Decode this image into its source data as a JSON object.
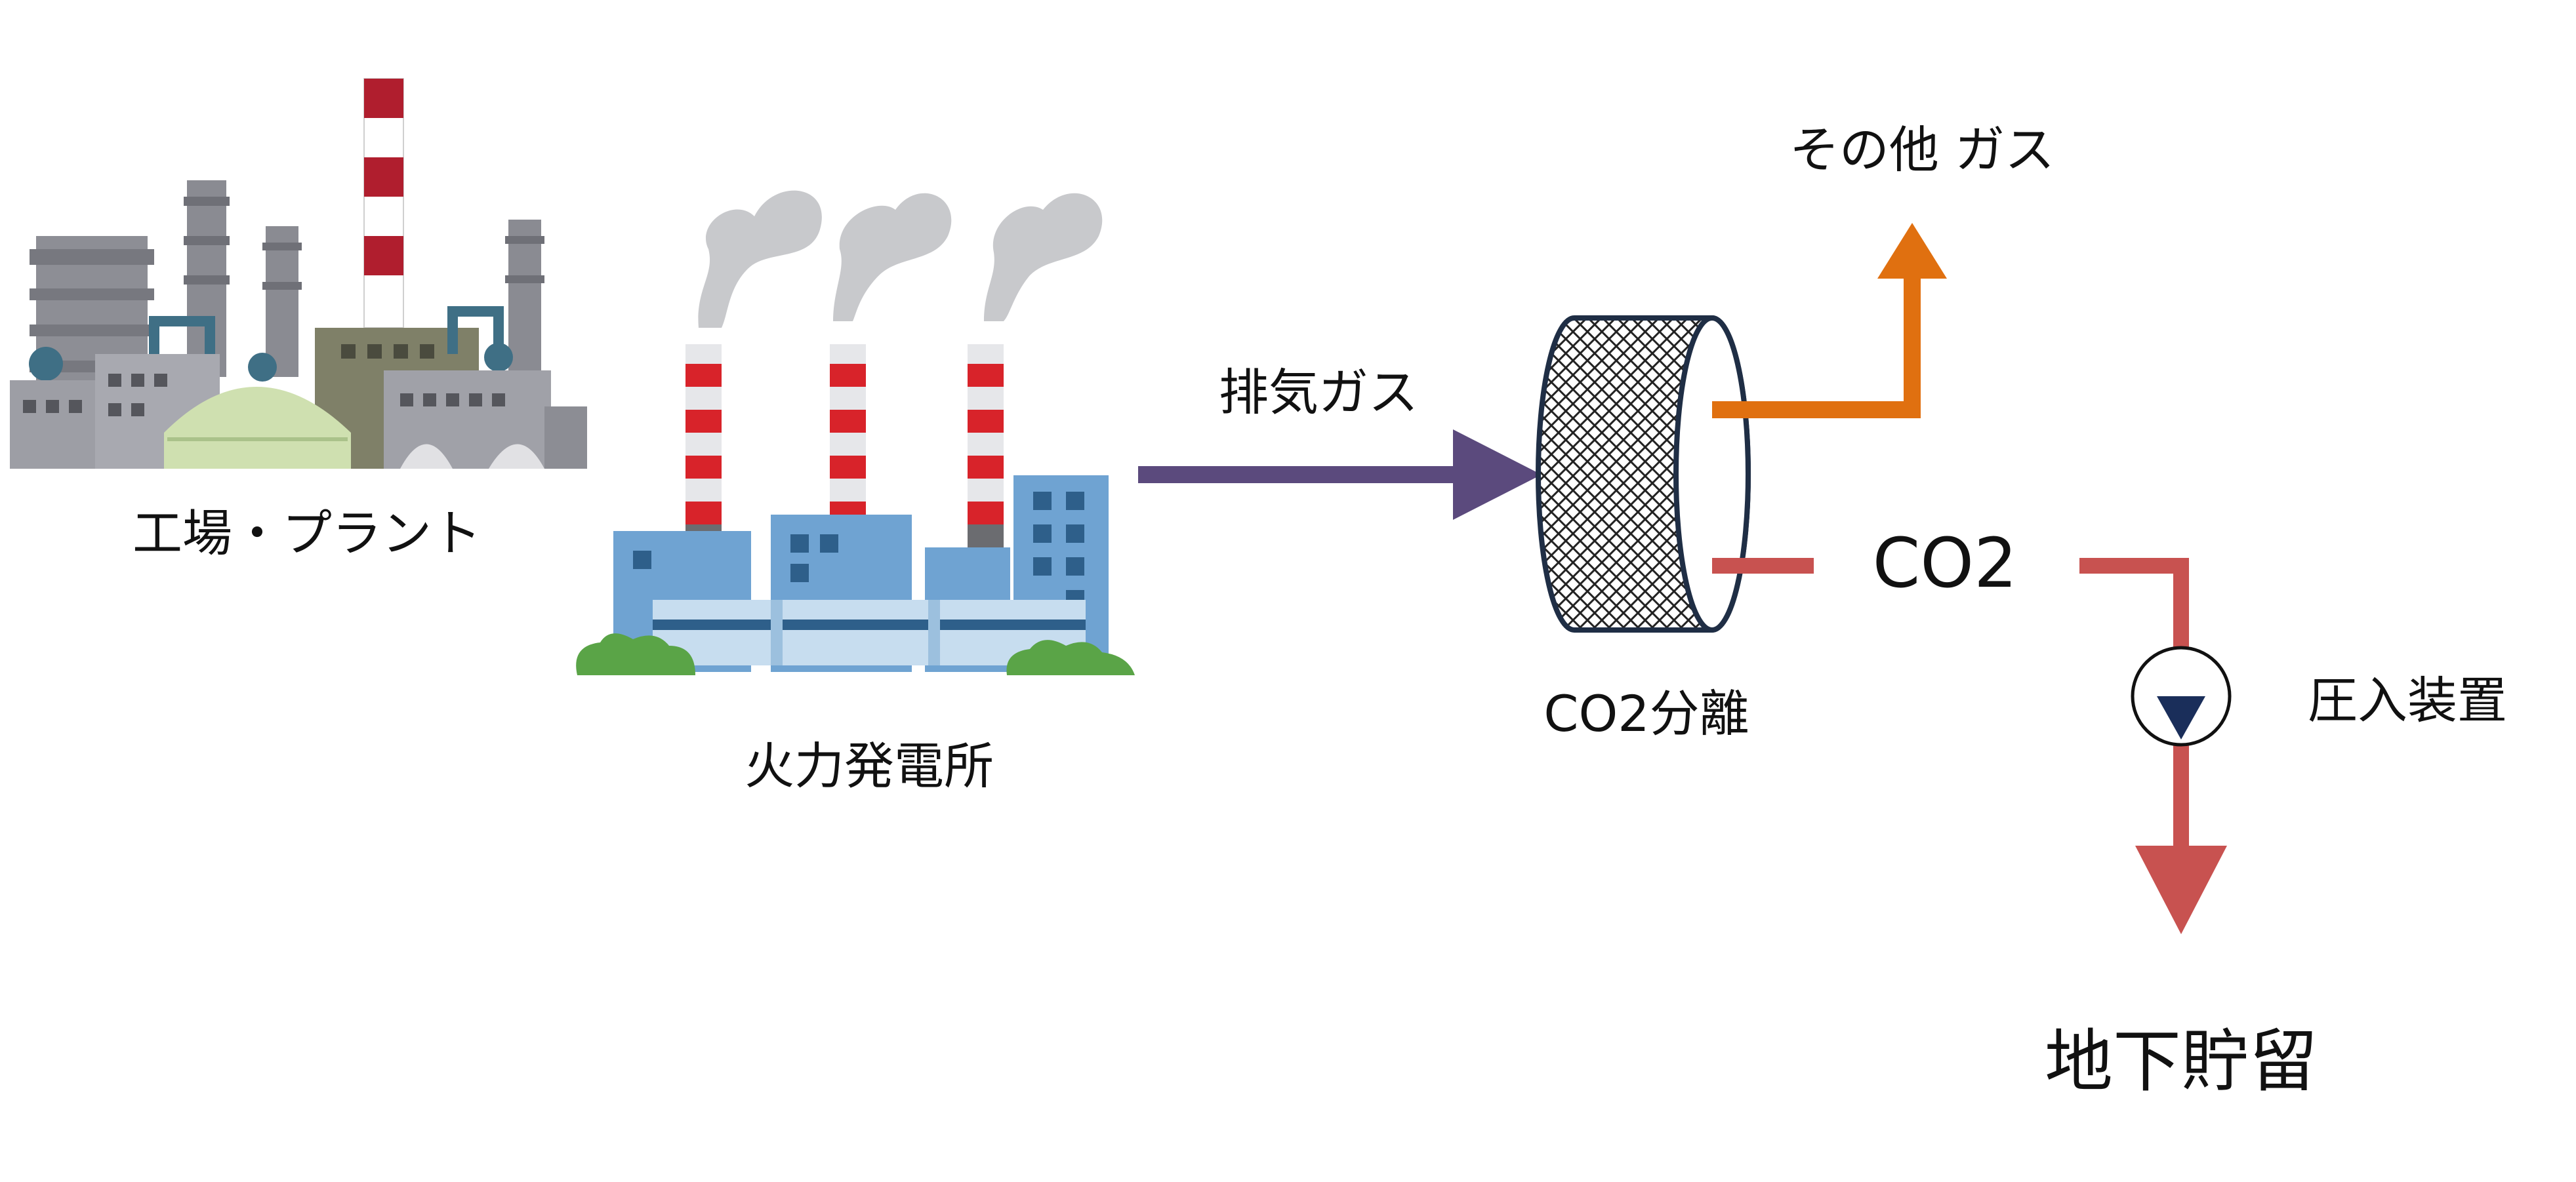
{
  "labels": {
    "factory": "工場・プラント",
    "power_plant": "火力発電所",
    "exhaust": "排気ガス",
    "separation": "CO2分離",
    "other_gas": "その他 ガス",
    "co2": "CO2",
    "injection": "圧入装置",
    "storage": "地下貯留"
  },
  "colors": {
    "exhaust_arrow": "#5b4a7d",
    "other_gas_arrow": "#e07010",
    "co2_arrow": "#c85250",
    "pump_triangle": "#1a2e5a",
    "separator_outline": "#1f2e45",
    "plant_blue": "#6fa3d2",
    "chimney_red": "#d8232a",
    "smoke_gray": "#c8c9cc",
    "factory_gray": "#9a9aa0"
  },
  "icons": {
    "factory": "factory-icon",
    "power_plant": "power-plant-icon",
    "separator": "separator-cylinder-icon",
    "pump": "pump-icon"
  }
}
